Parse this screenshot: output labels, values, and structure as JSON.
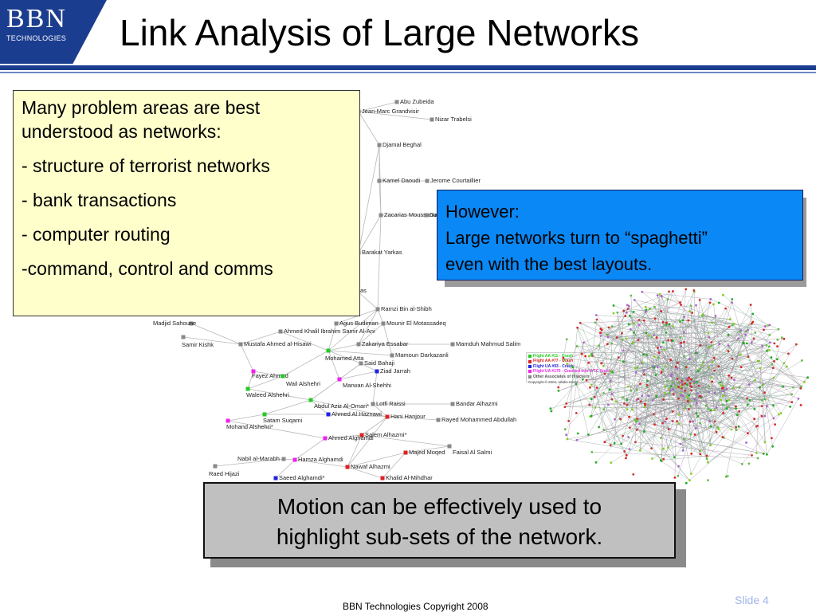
{
  "logo": {
    "line1": "BBN",
    "line2": "TECHNOLOGIES"
  },
  "title": "Link Analysis of Large Networks",
  "yellow_box": {
    "lines": [
      "Many problem areas are best understood as networks:",
      "- structure of terrorist networks",
      "- bank transactions",
      "- computer routing",
      "-command, control and comms"
    ]
  },
  "blue_box": {
    "line1": "However:",
    "line2": "Large networks turn to “spaghetti”",
    "line3": "even with the best layouts."
  },
  "gray_box": {
    "line1": "Motion can be effectively used to",
    "line2": "highlight sub-sets of the network."
  },
  "footer": "BBN Technologies Copyright 2008",
  "slide_number": "Slide 4",
  "colors": {
    "brand_blue": "#1b3d8f",
    "callout_blue": "#0a88f5",
    "note_yellow": "#ffffcc",
    "caption_gray": "#c0c0c0",
    "slide_num": "#9fb4e8"
  },
  "network": {
    "nodes": [
      {
        "label": "Abu Zubeida",
        "color": "#888888"
      },
      {
        "label": "Jean-Marc Grandvisir",
        "color": "#888888"
      },
      {
        "label": "Nizar Trabelsi",
        "color": "#888888"
      },
      {
        "label": "Djamal Beghal",
        "color": "#888888"
      },
      {
        "label": "Kamel Daoudi",
        "color": "#888888"
      },
      {
        "label": "Jerome Courtaillier",
        "color": "#888888"
      },
      {
        "label": "Zacarias Moussaoui",
        "color": "#888888"
      },
      {
        "label": "Da",
        "color": "#888888"
      },
      {
        "label": "Barakat Yarkas",
        "color": "#888888"
      },
      {
        "label": "as",
        "color": "#888888"
      },
      {
        "label": "Ramzi Bin al-Shibh",
        "color": "#888888"
      },
      {
        "label": "Madjid Sahoune",
        "color": "#888888"
      },
      {
        "label": "Agus Budiman",
        "color": "#888888"
      },
      {
        "label": "Mounir El Motassadeq",
        "color": "#888888"
      },
      {
        "label": "Samir Kishk",
        "color": "#888888"
      },
      {
        "label": "Ahmed Khalil Ibrahim Samir Al-Ani",
        "color": "#888888"
      },
      {
        "label": "Mustafa Ahmed al-Hisawi",
        "color": "#888888"
      },
      {
        "label": "Zakariya Essabar",
        "color": "#888888"
      },
      {
        "label": "Mamduh Mahmud Salim",
        "color": "#888888"
      },
      {
        "label": "Mohamed Atta",
        "color": "#22cc22"
      },
      {
        "label": "Mamoun Darkazanli",
        "color": "#888888"
      },
      {
        "label": "Said Bahaji",
        "color": "#888888"
      },
      {
        "label": "Fayez Ahmed",
        "color": "#ee22ee"
      },
      {
        "label": "Ziad Jarrah",
        "color": "#2222dd"
      },
      {
        "label": "Wail Alshehri",
        "color": "#22cc22"
      },
      {
        "label": "Marwan Al-Shehhi",
        "color": "#ee22ee"
      },
      {
        "label": "Waleed Alshehri",
        "color": "#22cc22"
      },
      {
        "label": "Lotfi Raissi",
        "color": "#888888"
      },
      {
        "label": "Bandar Alhazmi",
        "color": "#888888"
      },
      {
        "label": "Abdul Aziz Al-Omari*",
        "color": "#22cc22"
      },
      {
        "label": "Satam Suqami",
        "color": "#22cc22"
      },
      {
        "label": "Ahmed Al Haznawi",
        "color": "#2222dd"
      },
      {
        "label": "Hani Hanjour",
        "color": "#dd2222"
      },
      {
        "label": "Rayed Mohammed Abdullah",
        "color": "#888888"
      },
      {
        "label": "Mohand Alshehri*",
        "color": "#ee22ee"
      },
      {
        "label": "Salem Alhazmi*",
        "color": "#dd2222"
      },
      {
        "label": "Ahmed Alghamdi",
        "color": "#ee22ee"
      },
      {
        "label": "Faisal Al Salmi",
        "color": "#888888"
      },
      {
        "label": "Majed Moqed",
        "color": "#dd2222"
      },
      {
        "label": "Nabil al-Marabh",
        "color": "#888888"
      },
      {
        "label": "Hamza Alghamdi",
        "color": "#ee22ee"
      },
      {
        "label": "Raed Hijazi",
        "color": "#888888"
      },
      {
        "label": "Nawaf Alhazmi",
        "color": "#dd2222"
      },
      {
        "label": "Saeed Alghamdi*",
        "color": "#2222dd"
      },
      {
        "label": "Khalid Al-Mihdhar",
        "color": "#dd2222"
      }
    ],
    "legend": [
      {
        "label": "Flight AA #11 - Crash",
        "color": "#22cc22"
      },
      {
        "label": "Flight AA #77 - Crash",
        "color": "#dd2222"
      },
      {
        "label": "Flight UA #93 - Crash",
        "color": "#2222dd"
      },
      {
        "label": "Flight UA #175 - Crashed into WTC South",
        "color": "#ee22ee"
      },
      {
        "label": "Other Associates of Hijackers",
        "color": "#888888"
      }
    ],
    "legend_copyright": "Copyright © 2001, Valdis Krebs"
  }
}
